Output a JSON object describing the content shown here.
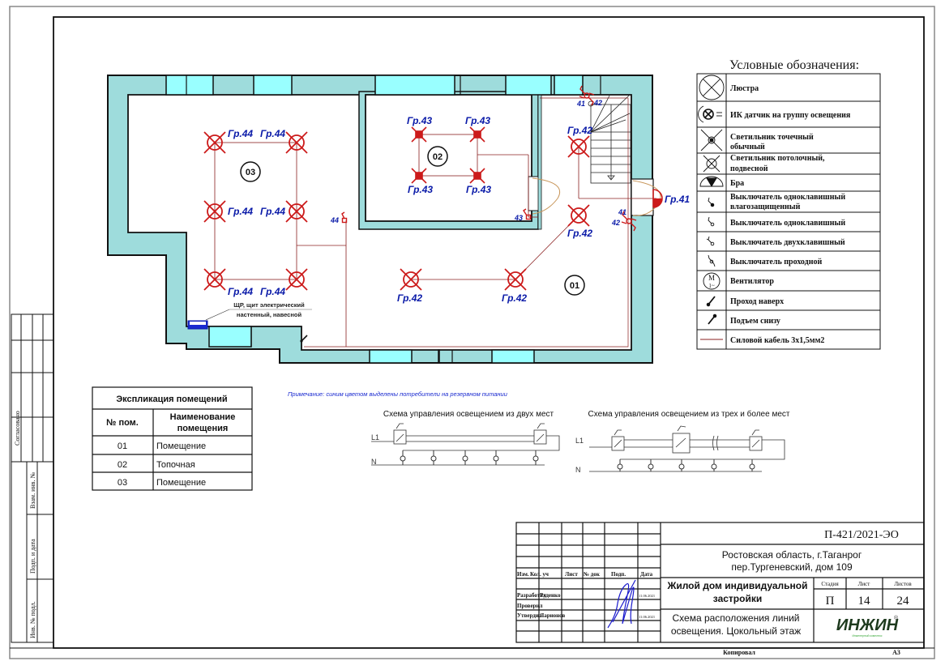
{
  "legend": {
    "title": "Условные обозначения:",
    "items": [
      {
        "icon": "chandelier-icon",
        "label": "Люстра"
      },
      {
        "icon": "ir-sensor-icon",
        "label": "ИК датчик на группу освещения"
      },
      {
        "icon": "spot-light-icon",
        "label_line1": "Светильник точечный",
        "label_line2": "обычный"
      },
      {
        "icon": "ceiling-light-icon",
        "label_line1": "Светильник потолочный,",
        "label_line2": "подвесной"
      },
      {
        "icon": "wall-lamp-icon",
        "label": "Бра"
      },
      {
        "icon": "switch-waterproof-icon",
        "label_line1": "Выключатель одноклавишный",
        "label_line2": "влагозащищенный"
      },
      {
        "icon": "switch-single-icon",
        "label": "Выключатель одноклавишный"
      },
      {
        "icon": "switch-double-icon",
        "label": "Выключатель двухклавишный"
      },
      {
        "icon": "switch-passthrough-icon",
        "label": "Выключатель проходной"
      },
      {
        "icon": "fan-icon",
        "label": "Вентилятор",
        "icon_text_top": "M",
        "icon_text_bottom": "1~"
      },
      {
        "icon": "riser-up-icon",
        "label": "Проход наверх"
      },
      {
        "icon": "riser-down-icon",
        "label": "Подъем снизу"
      },
      {
        "icon": "power-cable-icon",
        "label": "Силовой кабель 3х1,5мм2"
      }
    ]
  },
  "plan": {
    "rooms": [
      {
        "id": "01"
      },
      {
        "id": "02"
      },
      {
        "id": "03"
      }
    ],
    "group_labels": {
      "g44": "Гр.44",
      "g43": "Гр.43",
      "g42": "Гр.42",
      "g41": "Гр.41"
    },
    "switch_labels": {
      "s44": "44",
      "s43": "43",
      "s41": "41",
      "s42": "42"
    },
    "panel_label_line1": "ЩР, щит электрический",
    "panel_label_line2": "настенный, навесной",
    "note": "Примечание: синим цветом выделены потребители на резервном питании"
  },
  "explication": {
    "title": "Экспликация помещений",
    "col_num": "№ пом.",
    "col_name_line1": "Наименование",
    "col_name_line2": "помещения",
    "rows": [
      {
        "num": "01",
        "name": "Помещение"
      },
      {
        "num": "02",
        "name": "Топочная"
      },
      {
        "num": "03",
        "name": "Помещение"
      }
    ]
  },
  "schemes": {
    "two_places_title": "Схема управления освещением из двух мест",
    "three_places_title": "Схема управления освещением из трех и более мест",
    "line_l1": "L1",
    "line_n": "N"
  },
  "side_stamp": {
    "agreed": "Согласовано",
    "inv_replace": "Взам. инв. №",
    "sign_date": "Подп. и дата",
    "inv_orig": "Инв. № подл."
  },
  "title_block": {
    "doc_code": "П-421/2021-ЭО",
    "address_line1": "Ростовская область, г.Таганрог",
    "address_line2": "пер.Тургеневский, дом 109",
    "object_line1": "Жилой дом индивидуальной",
    "object_line2": "застройки",
    "sheet_title_line1": "Схема расположения линий",
    "sheet_title_line2": "освещения. Цокольный этаж",
    "stage_label": "Стадия",
    "sheet_label": "Лист",
    "sheets_label": "Листов",
    "stage": "П",
    "sheet": "14",
    "sheets": "24",
    "hdr_izm": "Изм.",
    "hdr_kol": "Кол. уч",
    "hdr_list": "Лист",
    "hdr_ndok": "№ док",
    "hdr_podp": "Подп.",
    "hdr_date": "Дата",
    "role_dev": "Разработал",
    "role_check": "Проверил",
    "role_approve": "Утвердил",
    "name_dev": "Руденко",
    "name_approve": "Ларионов",
    "date_dev": "11.06.2021",
    "date_approve": "11.06.2021",
    "logo": "ИНЖИН",
    "logo_sub": "Инженерный комплекс",
    "logo_reg": "®",
    "copied": "Копировал",
    "format": "А3"
  },
  "colors": {
    "wall": "#9edcdc",
    "window": "#99ffff",
    "cable": "#8b2020",
    "fixture": "#cc1a1a",
    "label_blue": "#0a1aa8",
    "door": "#c8965a"
  }
}
